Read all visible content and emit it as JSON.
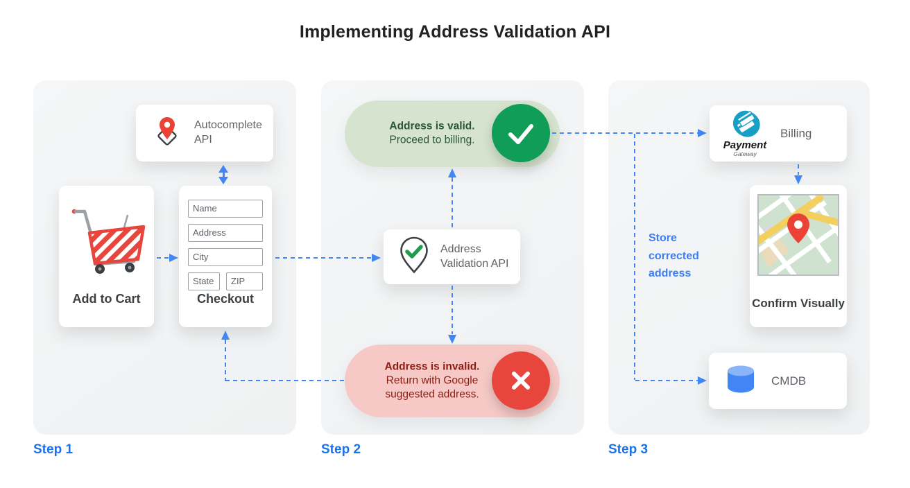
{
  "title": "Implementing Address Validation API",
  "colors": {
    "arrow_blue": "#4285f4",
    "step_label_blue": "#1a73e8",
    "store_note_blue": "#3d7ef0",
    "valid_pill_bg": "#d6e4cf",
    "valid_text": "#2a5733",
    "valid_circle": "#0f9d58",
    "invalid_pill_bg": "#f6c9c6",
    "invalid_text": "#8c1d13",
    "invalid_circle": "#e8453c",
    "card_label_gray": "#5f6368",
    "dark_label_gray": "#3c4043"
  },
  "steps": {
    "step1": "Step 1",
    "step2": "Step 2",
    "step3": "Step 3"
  },
  "panel1": {
    "autocomplete_label": "Autocomplete API",
    "add_to_cart_label": "Add to Cart",
    "checkout_label": "Checkout",
    "fields": [
      "Name",
      "Address",
      "City",
      "State",
      "ZIP"
    ],
    "icons": [
      "map-pin-diamond-icon",
      "shopping-cart-icon"
    ]
  },
  "panel2": {
    "valid_title": "Address is valid.",
    "valid_sub": "Proceed to billing.",
    "validation_api_label": "Address Validation API",
    "invalid_title": "Address is invalid.",
    "invalid_sub": "Return with Google suggested address.",
    "icons": [
      "check-circle-icon",
      "pin-check-icon",
      "x-circle-icon"
    ]
  },
  "panel3": {
    "billing_label": "Billing",
    "payment_logo_title": "Payment",
    "payment_logo_sub": "Gateway",
    "confirm_label": "Confirm Visually",
    "cmdb_label": "CMDB",
    "store_note": "Store corrected address",
    "icons": [
      "payment-gateway-icon",
      "map-thumbnail",
      "database-icon"
    ]
  }
}
